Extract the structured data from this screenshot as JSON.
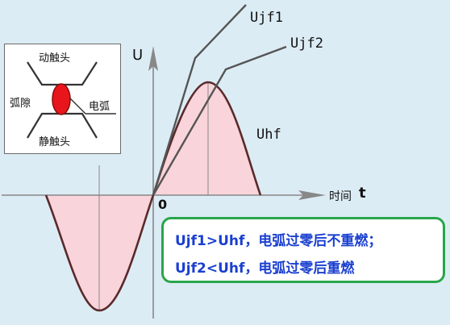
{
  "axes": {
    "y_label": "U",
    "x_label": "时间",
    "x_var": "t",
    "origin_label": "0"
  },
  "curves": {
    "ujf1": "Ujf1",
    "ujf2": "Ujf2",
    "uhf": "Uhf"
  },
  "inset": {
    "moving_contact": "动触头",
    "static_contact": "静触头",
    "arc_gap": "弧隙",
    "arc": "电弧"
  },
  "note": {
    "line1": "Ujf1>Uhf，电弧过零后不重燃；",
    "line2": "Ujf2<Uhf，电弧过零后重燃"
  },
  "colors": {
    "background": "#dcecf4",
    "fill": "#f9d4da",
    "arc_red": "#e8161c",
    "note_border": "#27a64a",
    "note_text": "#1a3fd0"
  }
}
